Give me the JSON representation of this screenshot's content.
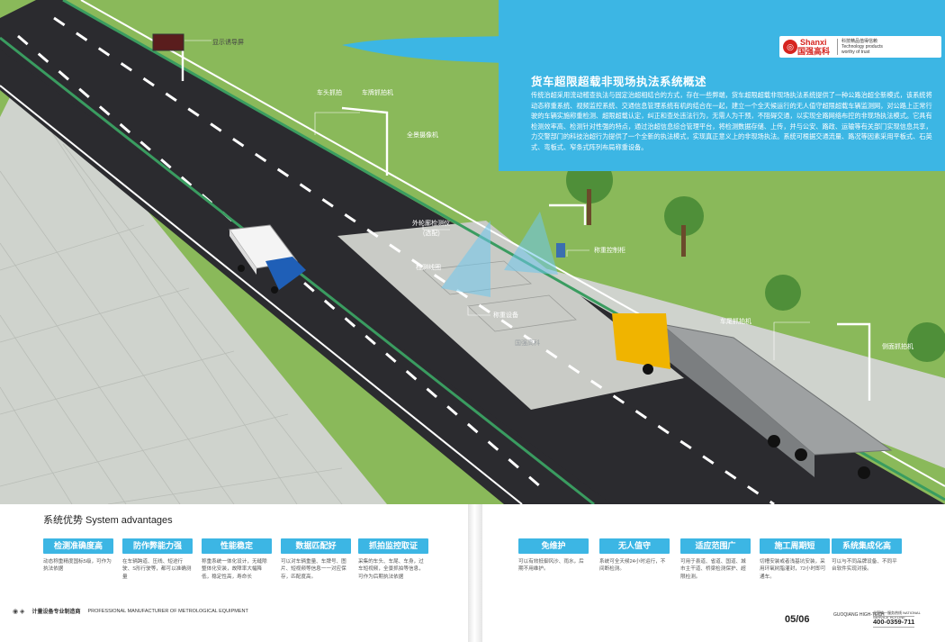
{
  "colors": {
    "accent": "#3cb6e4",
    "road": "#2b2b2f",
    "grass": "#8ab95a",
    "guardrail": "#3a9c60",
    "truck_cab": "#f0b400"
  },
  "brand": {
    "logo_icon": "seal-icon",
    "en": "Shanxi",
    "cn": "国强高科",
    "slogan": "科技精品值得信赖 Technology products worthy of trust"
  },
  "intro": {
    "title": "货车超限超载非现场执法系统概述",
    "body": "传统治超采用流动稽查执法与固定治超相结合的方式，存在一些弊端，货车超限超载非现场执法系统提供了一种公路治超全新模式，该系统将动态称重系统、视频监控系统、交通信息管理系统有机的结合在一起，建立一个全天候运行的无人值守超限超载车辆监测网，对公路上正常行驶的车辆实施称重检测、超限超载认定，纠正和查处违法行为，无需人为干预，不阻碍交通，以实现全路网络布控的非现场执法模式。它具有检测效率高、检测针对性强的特点，通过治超信息综合管理平台，将检测数据存储、上传，并与公安、路政、运输等有关部门实现信息共享，力交警部门的科技治超行为提供了一个全新的执法模式，实现真正意义上的非现场执法。系统可根据交通流量、路况等因素采用平板式、石英式、弯板式、窄条式阵列布局称重设备。"
  },
  "scene_labels": {
    "led": "显示诱导屏",
    "front_camera": "车头抓拍",
    "plate_camera": "车牌抓拍机",
    "panorama": "全景摄像机",
    "profile": "外轮廓检测仪",
    "profile_sub": "(选配)",
    "cabinet": "称重控制柜",
    "coil": "检测线圈",
    "scale": "称重设备",
    "rear_camera": "车尾抓拍机",
    "side_camera": "侧面抓拍机",
    "watermark": "国强高科"
  },
  "advantages": {
    "title": "系统优势 System advantages",
    "items": [
      {
        "label": "检测准确度高",
        "desc": "动态称重精度国标5级，可作为执法依据"
      },
      {
        "label": "防作弊能力强",
        "desc": "在车辆跨道、压线、短途行驶、S形行驶等，都可以准确测量"
      },
      {
        "label": "性能稳定",
        "desc": "称重系统一体化设计，无缝隙整体化安装，故障率大幅降低，稳定性高，寿命长"
      },
      {
        "label": "数据匹配好",
        "desc": "可以对车辆重量、车牌号、图片、短视频等信息一一对应保存，匹配度高。"
      },
      {
        "label": "抓拍监控取证",
        "desc": "采集的车头、车尾、车身，过车短视频，全景抓拍等信息，可作为后期执法依据"
      },
      {
        "label": "免维护",
        "desc": "可以有效抵御风沙、雨水，后期不用维护。"
      },
      {
        "label": "无人值守",
        "desc": "系统可全天候24小时运行，不间断检测。"
      },
      {
        "label": "适应范围广",
        "desc": "可用于县道、省道、国道、城市主干道、桥梁检测保护、超限检测。"
      },
      {
        "label": "施工周期短",
        "desc": "切槽安装或者浅基坑安装，采用环氧树脂灌封，72小时即可通车。"
      },
      {
        "label": "系统集成化高",
        "desc": "可以与不同品牌设备、不同平台软件实现对接。"
      }
    ]
  },
  "footer": {
    "left_icons": "◉ ◈",
    "left_cn": "计量设备专业制造商",
    "left_en": "PROFESSIONAL MANUFACTURER OF METROLOGICAL EQUIPMENT",
    "page": "05/06",
    "page_sub": "GUOQIANG HIGH-TECH",
    "contact_label": "全国统一服务热线 NATIONAL SERVICE HOTLINE",
    "phone": "400-0359-711"
  }
}
